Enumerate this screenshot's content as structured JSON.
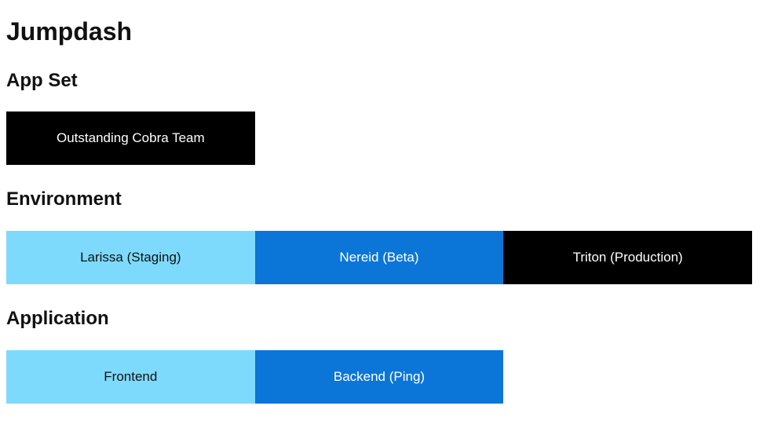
{
  "page": {
    "title": "Jumpdash"
  },
  "colors": {
    "light_blue": "#7EDAFC",
    "blue": "#0B76D8",
    "black": "#000000",
    "dark_text": "#111111",
    "light_text": "#FFFFFF"
  },
  "sections": [
    {
      "label": "App Set",
      "buttons": [
        {
          "label": "Outstanding Cobra Team",
          "bg": "#000000",
          "fg": "#FFFFFF"
        }
      ]
    },
    {
      "label": "Environment",
      "buttons": [
        {
          "label": "Larissa (Staging)",
          "bg": "#7EDAFC",
          "fg": "#111111"
        },
        {
          "label": "Nereid (Beta)",
          "bg": "#0B76D8",
          "fg": "#FFFFFF"
        },
        {
          "label": "Triton (Production)",
          "bg": "#000000",
          "fg": "#FFFFFF"
        }
      ]
    },
    {
      "label": "Application",
      "buttons": [
        {
          "label": "Frontend",
          "bg": "#7EDAFC",
          "fg": "#111111"
        },
        {
          "label": "Backend (Ping)",
          "bg": "#0B76D8",
          "fg": "#FFFFFF"
        }
      ]
    }
  ]
}
